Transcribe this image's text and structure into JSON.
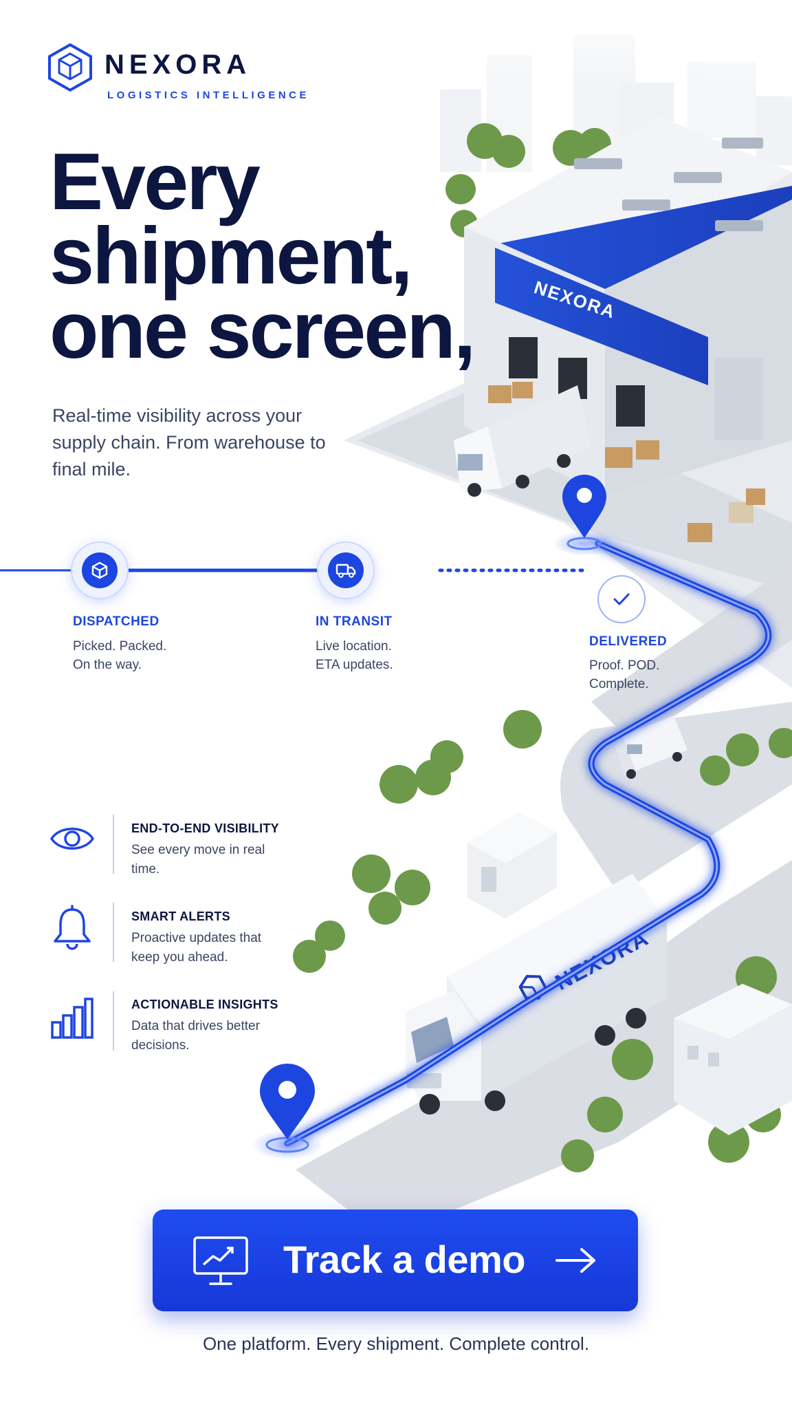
{
  "brand": {
    "name": "NEXORA",
    "tagline": "LOGISTICS INTELLIGENCE"
  },
  "hero": {
    "title_lines": [
      "Every",
      "shipment,",
      "one screen,"
    ],
    "subtitle": "Real-time visibility across your supply chain. From warehouse to final mile."
  },
  "timeline": {
    "stages": [
      {
        "label": "DISPATCHED",
        "desc": "Picked. Packed. On the way.",
        "icon": "package-icon"
      },
      {
        "label": "IN TRANSIT",
        "desc": "Live location. ETA updates.",
        "icon": "truck-icon"
      },
      {
        "label": "DELIVERED",
        "desc": "Proof. POD. Complete.",
        "icon": "check-icon"
      }
    ]
  },
  "features": [
    {
      "title": "END-TO-END VISIBILITY",
      "desc": "See every move in real time.",
      "icon": "eye-icon"
    },
    {
      "title": "SMART ALERTS",
      "desc": "Proactive updates that keep you ahead.",
      "icon": "bell-icon"
    },
    {
      "title": "ACTIONABLE INSIGHTS",
      "desc": "Data that drives better decisions.",
      "icon": "bar-chart-icon"
    }
  ],
  "scene": {
    "warehouse_sign": "NEXORA",
    "truck_trailer_label": "NEXORA"
  },
  "cta": {
    "label": "Track a demo",
    "icon": "monitor-chart-icon",
    "arrow": "arrow-right-icon"
  },
  "footer": {
    "tagline": "One platform. Every shipment. Complete control."
  },
  "colors": {
    "brand_blue": "#1d46e0",
    "navy": "#0c1640",
    "body_text": "#3b4462"
  }
}
